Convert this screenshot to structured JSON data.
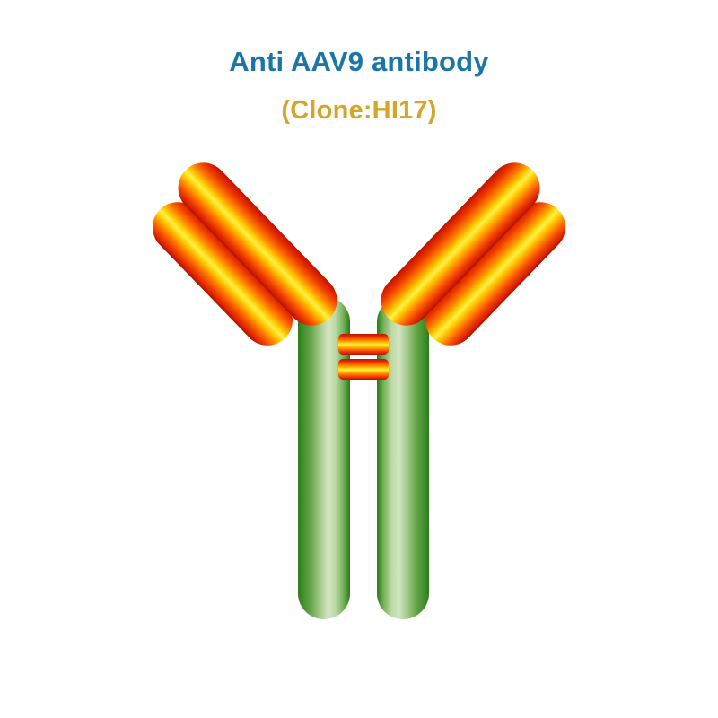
{
  "figure": {
    "title": "Anti AAV9 antibody",
    "subtitle": "(Clone:HI17)",
    "background_color": "#ffffff",
    "title_color": "#1b75a7",
    "subtitle_color": "#d3a528"
  },
  "diagram": {
    "name": "antibody-schematic",
    "shape": "Y-shaped immunoglobulin (IgG) molecule",
    "colors": {
      "chain_red": "#d41e00",
      "chain_orange": "#ff6a00",
      "chain_yellow": "#ffe400",
      "stem_dark_green": "#3f8c2a",
      "stem_mid_green": "#7fb661",
      "stem_light_green": "#cfe3bb"
    },
    "parts": [
      {
        "id": "heavy-chain-left",
        "label": "Left heavy chain variable arm",
        "color": "red-yellow"
      },
      {
        "id": "light-chain-left",
        "label": "Left light chain arm",
        "color": "red-yellow"
      },
      {
        "id": "heavy-chain-right",
        "label": "Right heavy chain variable arm",
        "color": "red-yellow"
      },
      {
        "id": "light-chain-right",
        "label": "Right light chain arm",
        "color": "red-yellow"
      },
      {
        "id": "disulfide-link-left",
        "label": "Left interchain disulfide link",
        "color": "red-yellow"
      },
      {
        "id": "disulfide-link-right",
        "label": "Right interchain disulfide link",
        "color": "red-yellow"
      },
      {
        "id": "fc-stem-left",
        "label": "Left Fc constant region stem",
        "color": "green"
      },
      {
        "id": "fc-stem-right",
        "label": "Right Fc constant region stem",
        "color": "green"
      },
      {
        "id": "hinge-bar-upper",
        "label": "Upper hinge disulfide bar",
        "color": "red-yellow"
      },
      {
        "id": "hinge-bar-lower",
        "label": "Lower hinge disulfide bar",
        "color": "red-yellow"
      }
    ]
  }
}
